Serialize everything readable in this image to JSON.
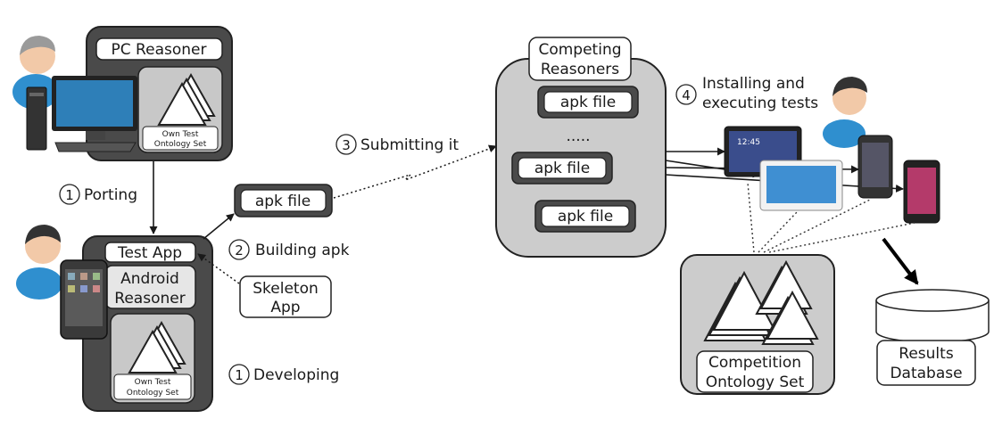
{
  "pc_reasoner": {
    "title": "PC Reasoner",
    "ontology_label_line1": "Own Test",
    "ontology_label_line2": "Ontology Set"
  },
  "android": {
    "test_app": "Test App",
    "reasoner_line1": "Android",
    "reasoner_line2": "Reasoner",
    "ontology_label_line1": "Own Test",
    "ontology_label_line2": "Ontology Set"
  },
  "skeleton": {
    "line1": "Skeleton",
    "line2": "App"
  },
  "apk_single": "apk file",
  "competing": {
    "title_line1": "Competing",
    "title_line2": "Reasoners",
    "apks": [
      "apk file",
      "apk file",
      "apk file"
    ],
    "ellipsis": "....."
  },
  "competition_set": {
    "line1": "Competition",
    "line2": "Ontology Set"
  },
  "results_db": {
    "line1": "Results",
    "line2": "Database"
  },
  "steps": {
    "porting": {
      "num": "1",
      "text": "Porting"
    },
    "developing": {
      "num": "1",
      "text": "Developing"
    },
    "building": {
      "num": "2",
      "text": "Building apk"
    },
    "submitting": {
      "num": "3",
      "text": "Submitting it"
    },
    "installing": {
      "num": "4",
      "text_line1": "Installing and",
      "text_line2": "executing tests"
    }
  },
  "icons": [
    "user-icon",
    "computer-icon",
    "smartphone-icon",
    "tablet-icon",
    "database-icon",
    "ontology-icon"
  ]
}
